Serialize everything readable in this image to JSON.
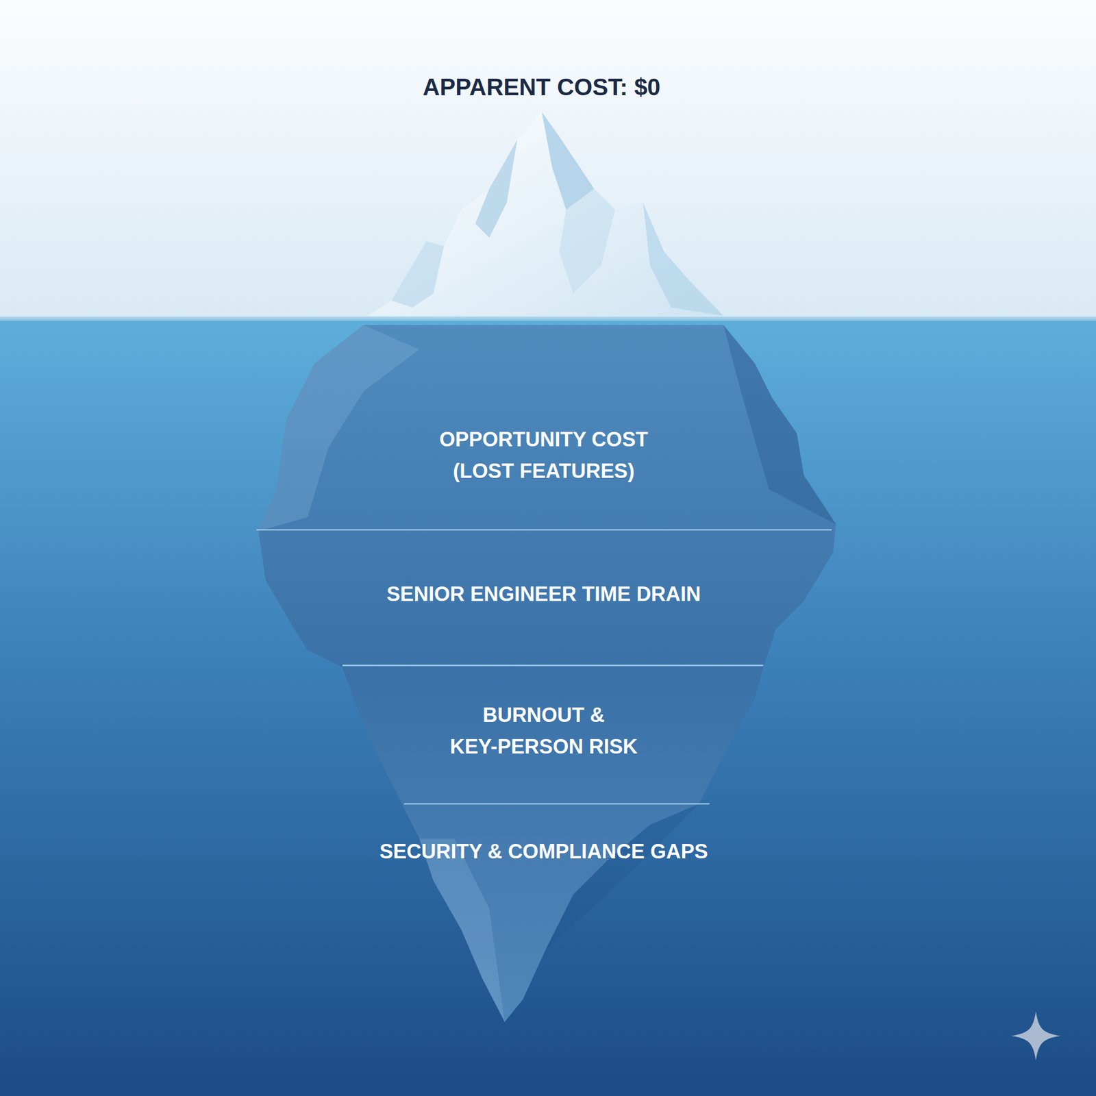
{
  "diagram": {
    "title": "APPARENT COST: $0",
    "nodes": [
      {
        "text": [
          "OPPORTUNITY COST (LOST FEATURES)"
        ]
      },
      {
        "text": [
          "SENIOR ENGINEER TIME DRAIN"
        ]
      },
      {
        "text": [
          "BURNOUT & KEY-PERSON RISK"
        ]
      },
      {
        "text": [
          "SECURITY & COMPLIANCE GAPS"
        ]
      }
    ]
  }
}
